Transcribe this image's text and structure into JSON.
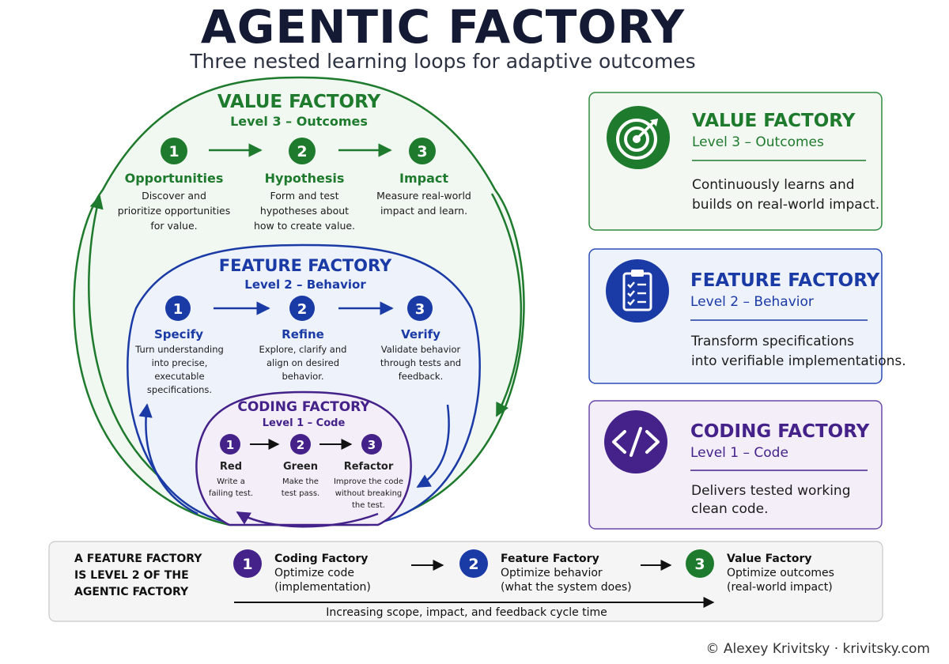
{
  "header": {
    "title": "AGENTIC FACTORY",
    "subtitle": "Three nested learning loops for adaptive outcomes"
  },
  "colors": {
    "value": "#1e7a2c",
    "feature": "#1a3aa6",
    "coding": "#44228a",
    "value_bg": "#eef6ee",
    "feature_bg": "#eef2fb",
    "coding_bg": "#f3eef8"
  },
  "value_factory": {
    "title": "VALUE FACTORY",
    "subtitle": "Level 3 – Outcomes",
    "steps": [
      {
        "num": "1",
        "name": "Opportunities",
        "desc": [
          "Discover and",
          "prioritize opportunities",
          "for value."
        ]
      },
      {
        "num": "2",
        "name": "Hypothesis",
        "desc": [
          "Form and test",
          "hypotheses about",
          "how to create value."
        ]
      },
      {
        "num": "3",
        "name": "Impact",
        "desc": [
          "Measure real-world",
          "impact and learn."
        ]
      }
    ]
  },
  "feature_factory": {
    "title": "FEATURE FACTORY",
    "subtitle": "Level 2 – Behavior",
    "steps": [
      {
        "num": "1",
        "name": "Specify",
        "desc": [
          "Turn understanding",
          "into precise,",
          "executable",
          "specifications."
        ]
      },
      {
        "num": "2",
        "name": "Refine",
        "desc": [
          "Explore, clarify and",
          "align on desired",
          "behavior."
        ]
      },
      {
        "num": "3",
        "name": "Verify",
        "desc": [
          "Validate behavior",
          "through tests and",
          "feedback."
        ]
      }
    ]
  },
  "coding_factory": {
    "title": "CODING FACTORY",
    "subtitle": "Level 1 – Code",
    "steps": [
      {
        "num": "1",
        "name": "Red",
        "desc": [
          "Write a",
          "failing test."
        ]
      },
      {
        "num": "2",
        "name": "Green",
        "desc": [
          "Make the",
          "test pass."
        ]
      },
      {
        "num": "3",
        "name": "Refactor",
        "desc": [
          "Improve the code",
          "without breaking",
          "the test."
        ]
      }
    ]
  },
  "cards": [
    {
      "key": "value",
      "icon": "target-icon",
      "title": "VALUE FACTORY",
      "subtitle": "Level 3 – Outcomes",
      "desc": [
        "Continuously learns and",
        "builds on real-world impact."
      ]
    },
    {
      "key": "feature",
      "icon": "clipboard-checklist-icon",
      "title": "FEATURE FACTORY",
      "subtitle": "Level 2 – Behavior",
      "desc": [
        "Transform specifications",
        "into verifiable implementations."
      ]
    },
    {
      "key": "coding",
      "icon": "code-brackets-icon",
      "title": "CODING FACTORY",
      "subtitle": "Level 1 – Code",
      "desc": [
        "Delivers tested working",
        "clean code."
      ]
    }
  ],
  "bottom": {
    "heading": [
      "A FEATURE FACTORY",
      "IS LEVEL 2 OF THE",
      "AGENTIC FACTORY"
    ],
    "steps": [
      {
        "num": "1",
        "name": "Coding Factory",
        "line1": "Optimize code",
        "line2": "(implementation)"
      },
      {
        "num": "2",
        "name": "Feature Factory",
        "line1": "Optimize behavior",
        "line2": "(what the system does)"
      },
      {
        "num": "3",
        "name": "Value Factory",
        "line1": "Optimize outcomes",
        "line2": "(real-world impact)"
      }
    ],
    "scope_label": "Increasing scope, impact, and feedback cycle time"
  },
  "credit": "© Alexey Krivitsky · krivitsky.com"
}
